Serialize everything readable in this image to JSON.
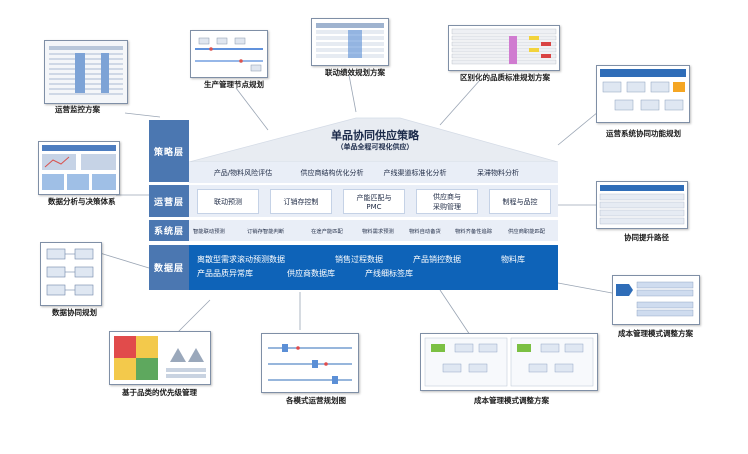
{
  "strategy": {
    "title": "单品协同供应策略",
    "subtitle": "（单品全程可视化供应）"
  },
  "layers": {
    "strategy": "策略层",
    "operation": "运营层",
    "system": "系统层",
    "data": "数据层"
  },
  "strategy_items": [
    "产品/物料风险评估",
    "供应商结构优化分析",
    "产线渠道标准化分析",
    "呆滞物料分析"
  ],
  "operation_items": [
    "联动预测",
    "订销存控制",
    "产能匹配与\nPMC",
    "供应商与\n采购管理",
    "制程与品控"
  ],
  "system_items": [
    "智能联动预测",
    "订销存智能判断",
    "在途产能匹配",
    "物料需求预测",
    "物料自动备货",
    "物料齐备性追踪",
    "供应商职能匹配"
  ],
  "data_items": {
    "row1": [
      "离散型需求滚动预测数据",
      "销售过程数据",
      "产品销控数据",
      "物料库"
    ],
    "row2": [
      "产品品质异常库",
      "供应商数据库",
      "产线细标签库"
    ]
  },
  "captions": {
    "ops_monitoring": "运营监控方案",
    "production_rhythm": "生产管理节点规划",
    "linkage_performance": "联动绩效规划方案",
    "quality_standard": "区别化的品质标准规划方案",
    "ops_system_function": "运营系统协同功能规划",
    "data_decision": "数据分析与决策体系",
    "upgrade_path": "协同提升路径",
    "data_collab": "数据协同规划",
    "cost_model_right": "成本管理模式调整方案",
    "category_priority": "基于品类的优先级管理",
    "multi_mode": "各模式运营规划图",
    "cost_model_bottom": "成本管理模式调整方案"
  },
  "colors": {
    "layer_blue": "#4b77b1",
    "data_blue": "#0e63b8",
    "band_light": "#e9eef7",
    "roof_light": "#e8ecf2"
  }
}
